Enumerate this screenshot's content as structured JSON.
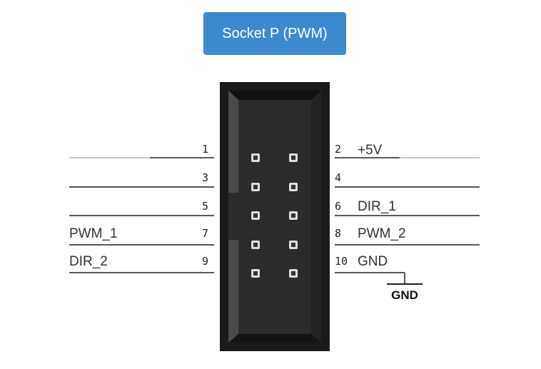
{
  "header": {
    "title": "Socket P (PWM)"
  },
  "connector": {
    "left_pins": [
      {
        "number": "1",
        "signal": ""
      },
      {
        "number": "3",
        "signal": ""
      },
      {
        "number": "5",
        "signal": ""
      },
      {
        "number": "7",
        "signal": "PWM_1"
      },
      {
        "number": "9",
        "signal": "DIR_2"
      }
    ],
    "right_pins": [
      {
        "number": "2",
        "signal": "+5V"
      },
      {
        "number": "4",
        "signal": ""
      },
      {
        "number": "6",
        "signal": "DIR_1"
      },
      {
        "number": "8",
        "signal": "PWM_2"
      },
      {
        "number": "10",
        "signal": "GND"
      }
    ],
    "ground_symbol_label": "GND"
  },
  "colors": {
    "header_bg": "#3d89cf",
    "header_text": "#ffffff",
    "connector_body": "#2b2b2b",
    "wire": "#222222"
  }
}
